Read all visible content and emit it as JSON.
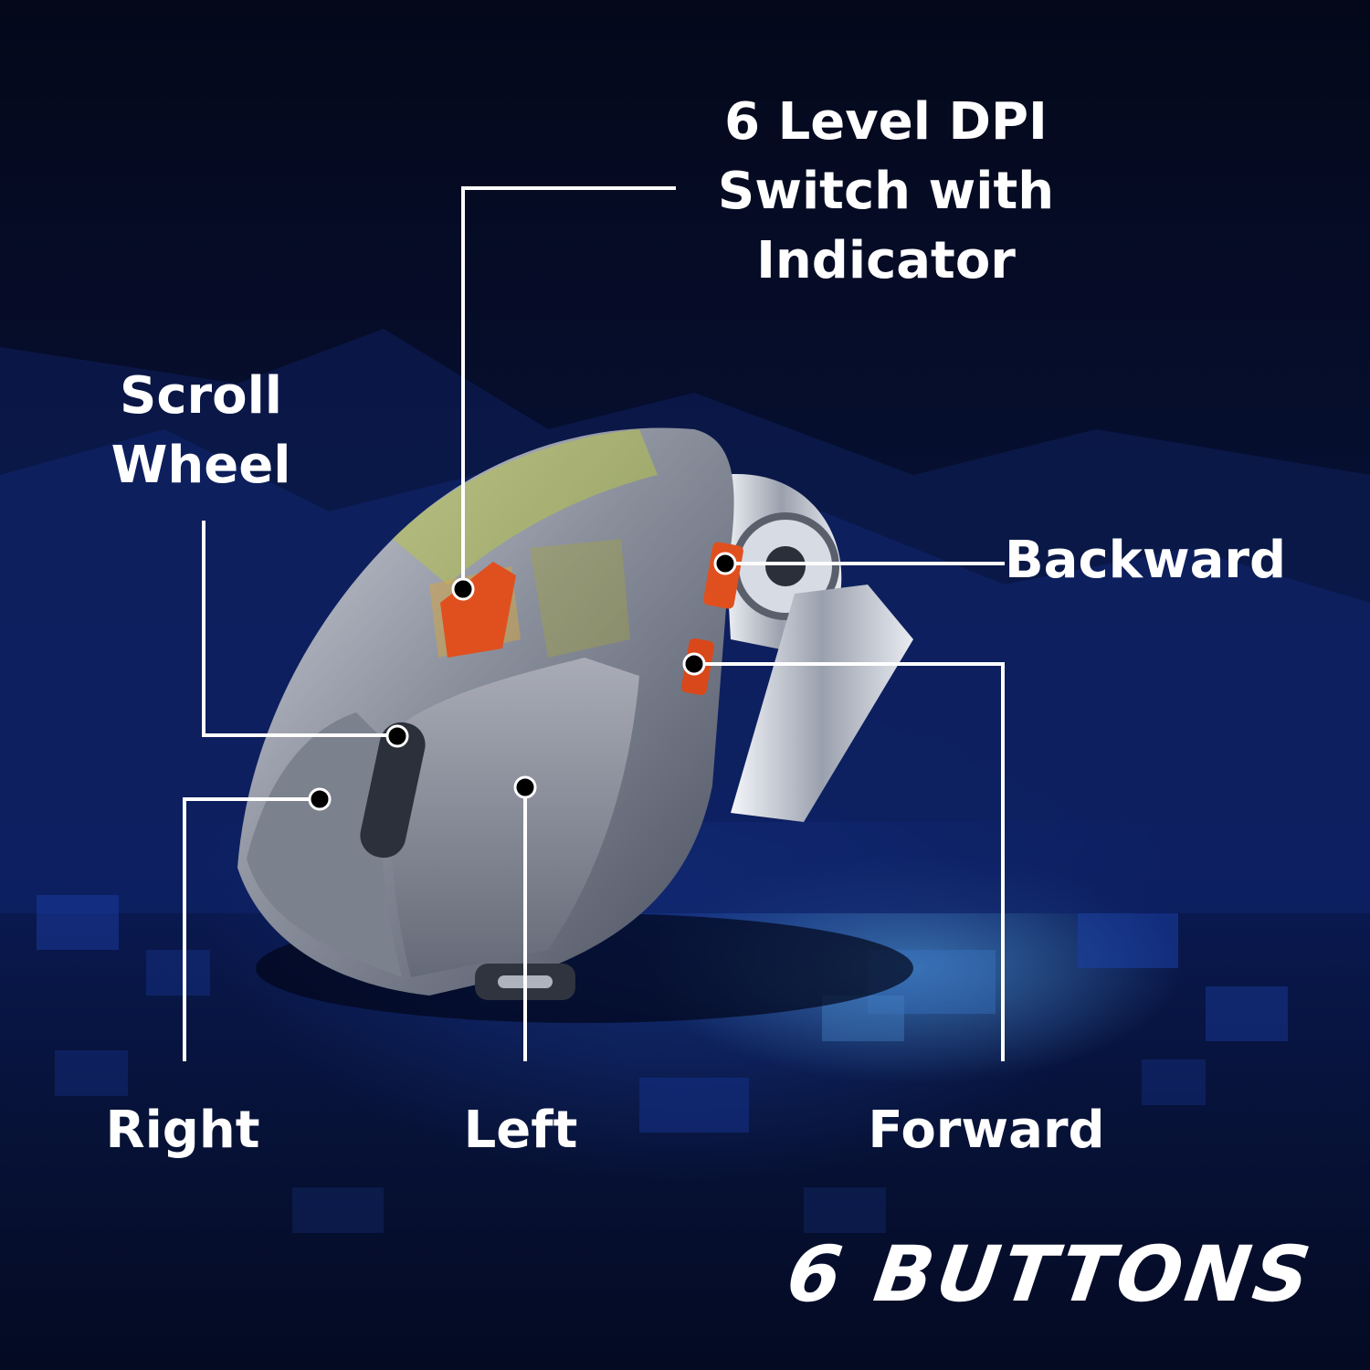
{
  "labels": {
    "dpi_switch": "6 Level DPI Switch with Indicator",
    "scroll_wheel": "Scroll Wheel",
    "backward": "Backward",
    "right": "Right",
    "left": "Left",
    "forward": "Forward"
  },
  "badge": "6 BUTTONS",
  "colors": {
    "background": "#071033",
    "text": "#ffffff",
    "accent_button": "#e0501e",
    "callout_dot": "#000000"
  }
}
